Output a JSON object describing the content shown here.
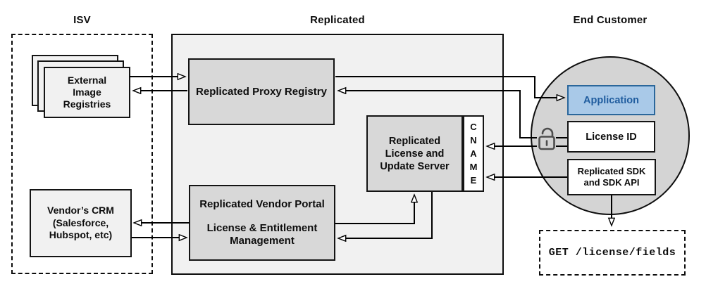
{
  "titles": {
    "isv": "ISV",
    "replicated": "Replicated",
    "end_customer": "End Customer"
  },
  "nodes": {
    "external_registries": {
      "lines": [
        "External",
        "Image",
        "Registries"
      ]
    },
    "vendors_crm": {
      "lines": [
        "Vendor’s CRM",
        "(Salesforce,",
        "Hubspot, etc)"
      ]
    },
    "proxy_registry": {
      "label": "Replicated Proxy Registry"
    },
    "license_update_server": {
      "lines": [
        "Replicated",
        "License and",
        "Update Server"
      ]
    },
    "cname": {
      "letters": [
        "C",
        "N",
        "A",
        "M",
        "E"
      ]
    },
    "vendor_portal": {
      "lines": [
        "Replicated Vendor Portal",
        "License & Entitlement",
        "Management"
      ]
    },
    "application": {
      "label": "Application"
    },
    "license_id": {
      "label": "License ID"
    },
    "replicated_sdk": {
      "lines": [
        "Replicated SDK",
        "and SDK API"
      ]
    },
    "get_endpoint": {
      "label": "GET /license/fields"
    }
  },
  "icons": {
    "license_lock": "unlocked-padlock"
  },
  "colors": {
    "region_fill": "#f1f1f1",
    "node_fill": "#d8d8d8",
    "circle_fill": "#d4d4d4",
    "application_fill": "#a9c9e8",
    "application_border": "#2b679b",
    "application_text": "#1f5c9e",
    "line": "#000000"
  }
}
